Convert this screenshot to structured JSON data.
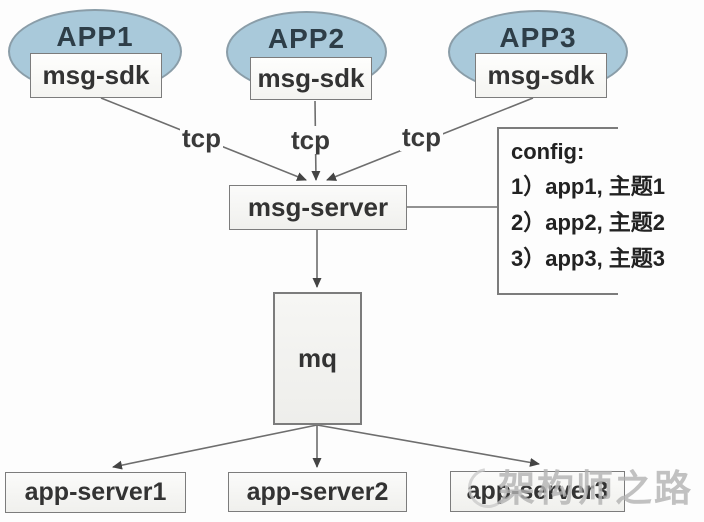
{
  "diagram": {
    "apps": [
      {
        "name": "APP1",
        "sdk": "msg-sdk"
      },
      {
        "name": "APP2",
        "sdk": "msg-sdk"
      },
      {
        "name": "APP3",
        "sdk": "msg-sdk"
      }
    ],
    "tcp_labels": [
      "tcp",
      "tcp",
      "tcp"
    ],
    "server": {
      "label": "msg-server"
    },
    "config": {
      "title": "config:",
      "lines": [
        "1）app1, 主题1",
        "2）app2, 主题2",
        "3）app3, 主题3"
      ]
    },
    "queue": {
      "label": "mq"
    },
    "app_servers": [
      {
        "label": "app-server1"
      },
      {
        "label": "app-server2"
      },
      {
        "label": "app-server3"
      }
    ],
    "watermark": "架构师之路",
    "colors": {
      "ellipse_fill": "#a9c9da",
      "ellipse_border": "#8a9da8",
      "box_fill": "#f6f6f4",
      "box_border": "#7c7c7c",
      "line": "#6e6e6e",
      "text": "#333333",
      "watermark": "#b2b2b2"
    }
  }
}
